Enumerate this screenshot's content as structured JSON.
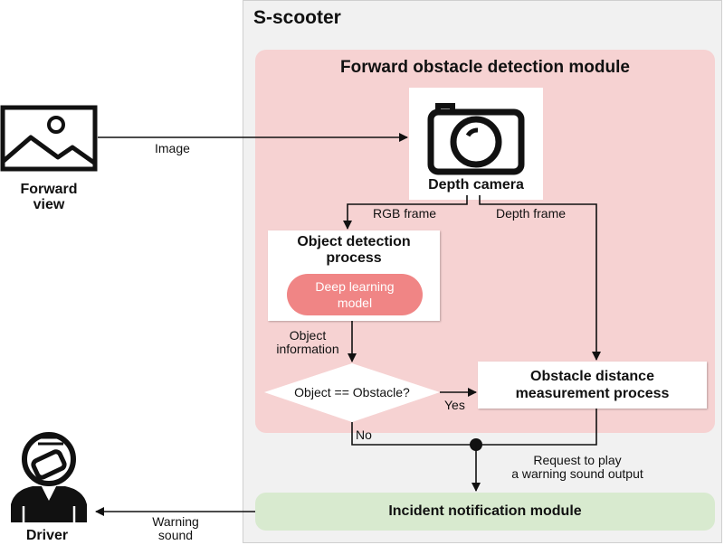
{
  "scooter": {
    "title": "S-scooter"
  },
  "detection_module": {
    "title": "Forward obstacle detection module"
  },
  "camera": {
    "label": "Depth camera"
  },
  "forward_view": {
    "label_line1": "Forward",
    "label_line2": "view"
  },
  "driver": {
    "label": "Driver"
  },
  "object_detection": {
    "title_line1": "Object detection",
    "title_line2": "process",
    "model_line1": "Deep learning",
    "model_line2": "model"
  },
  "decision": {
    "label": "Object == Obstacle?"
  },
  "distance": {
    "title_line1": "Obstacle distance",
    "title_line2": "measurement process"
  },
  "incident": {
    "title": "Incident notification module"
  },
  "edges": {
    "image": "Image",
    "rgb_frame": "RGB frame",
    "depth_frame": "Depth frame",
    "object_info_line1": "Object",
    "object_info_line2": "information",
    "yes": "Yes",
    "no": "No",
    "request_line1": "Request to play",
    "request_line2": "a warning sound output",
    "warning_line1": "Warning",
    "warning_line2": "sound"
  },
  "colors": {
    "scooter_bg": "#f1f1f1",
    "detection_bg": "#f6d2d2",
    "model_pill": "#f08585",
    "incident_bg": "#d8eacf"
  },
  "icons": [
    "image-icon",
    "camera-icon",
    "driver-helmet-icon"
  ]
}
